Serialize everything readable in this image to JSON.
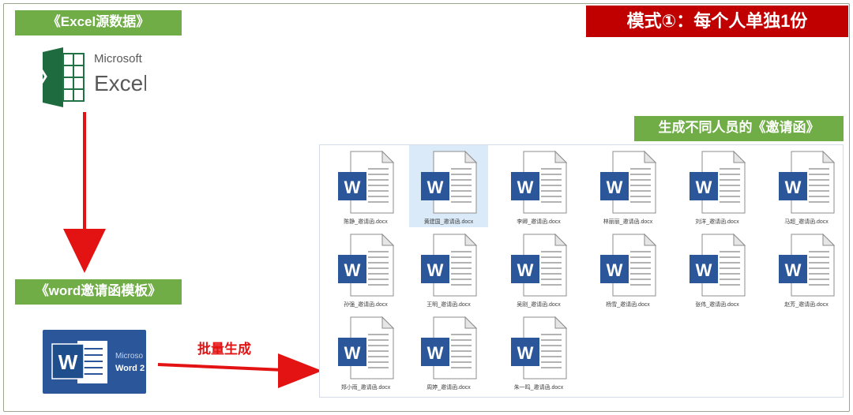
{
  "labels": {
    "excel_source": "《Excel源数据》",
    "word_template": "《word邀请函模板》",
    "result_title": "生成不同人员的《邀请函》",
    "mode_banner": "模式①：每个人单独1份",
    "batch_generate": "批量生成"
  },
  "excel_logo": {
    "ms_text": "Microsoft",
    "app_text": "Excel",
    "icon": "excel-icon",
    "color": "#217346"
  },
  "word_logo": {
    "ms_text": "Microso",
    "app_text": "Word 2",
    "icon": "word-icon",
    "color": "#2b579a"
  },
  "colors": {
    "green": "#70ad47",
    "red": "#c00000",
    "arrow": "#e41313",
    "word_blue": "#2b579a"
  },
  "files": [
    {
      "name": "陈静_邀请函.docx",
      "selected": false
    },
    {
      "name": "黄建国_邀请函.docx",
      "selected": true
    },
    {
      "name": "李卿_邀请函.docx",
      "selected": false
    },
    {
      "name": "林丽丽_邀请函.docx",
      "selected": false
    },
    {
      "name": "刘洋_邀请函.docx",
      "selected": false
    },
    {
      "name": "马超_邀请函.docx",
      "selected": false
    },
    {
      "name": "孙强_邀请函.docx",
      "selected": false
    },
    {
      "name": "王明_邀请函.docx",
      "selected": false
    },
    {
      "name": "吴刚_邀请函.docx",
      "selected": false
    },
    {
      "name": "杨雪_邀请函.docx",
      "selected": false
    },
    {
      "name": "张伟_邀请函.docx",
      "selected": false
    },
    {
      "name": "赵芳_邀请函.docx",
      "selected": false
    },
    {
      "name": "郑小雨_邀请函.docx",
      "selected": false
    },
    {
      "name": "周婷_邀请函.docx",
      "selected": false
    },
    {
      "name": "朱一鸣_邀请函.docx",
      "selected": false
    }
  ]
}
